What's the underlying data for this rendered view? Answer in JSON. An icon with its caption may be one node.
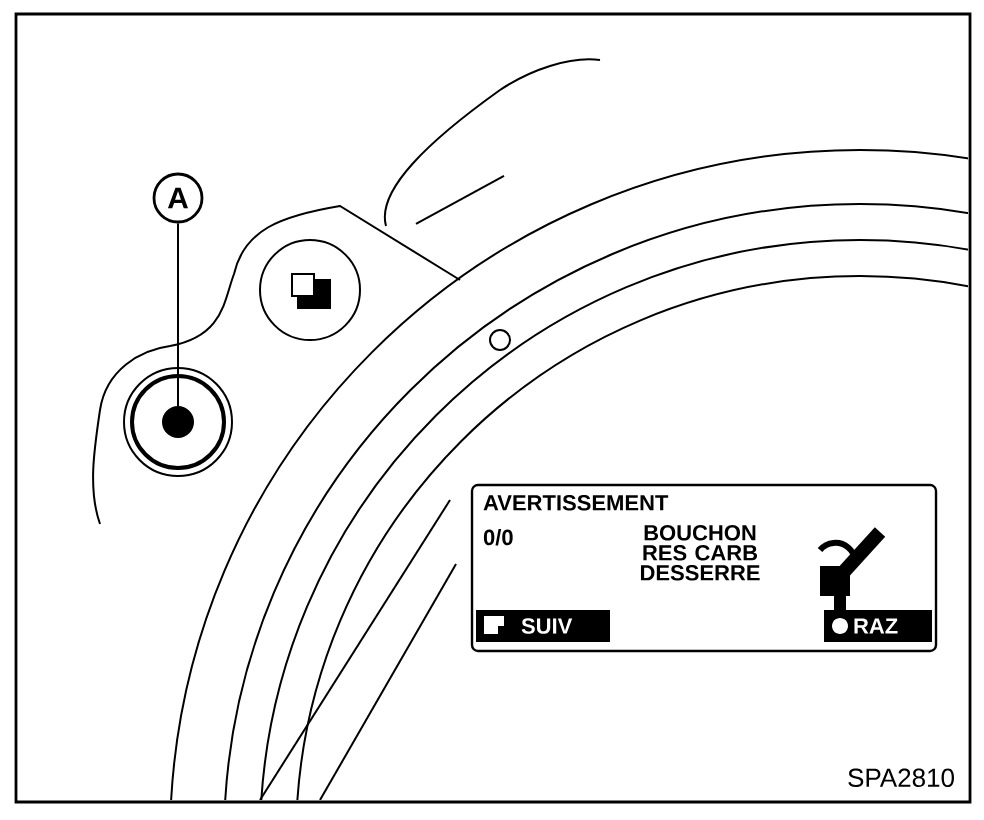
{
  "diagram": {
    "nodes": [
      {
        "text": [
          "A"
        ]
      },
      {
        "text": [],
        "shape": "circle"
      },
      {
        "text": [
          "AVERTISSEMENT",
          "0/0",
          "BOUCHON RES CARB DESSERRE",
          "SUIV",
          "RAZ"
        ]
      }
    ],
    "edges": [
      {
        "from": 0,
        "to": 1,
        "arrow": "none"
      }
    ],
    "labels": [
      "SPA2810"
    ]
  }
}
